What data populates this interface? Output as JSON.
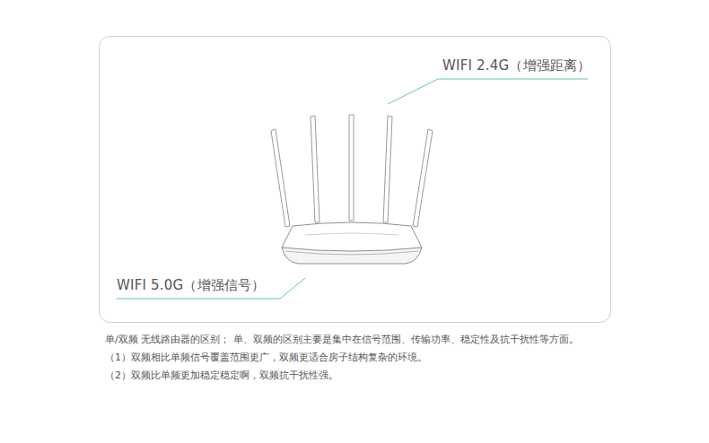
{
  "diagram": {
    "labels": [
      "WIFI 2.4G（增强距离）",
      "WIFI 5.0G（增强信号）",
      "单/双频 无线路由器的区别； 单、双频的区别主要是集中在信号范围、传输功率、稳定性及抗干扰性等方面。",
      "（1）双频相比单频信号覆盖范围更广，双频更适合房子结构复杂的环境。",
      "（2）双频比单频更加稳定稳定啊，双频抗干扰性强。"
    ]
  }
}
